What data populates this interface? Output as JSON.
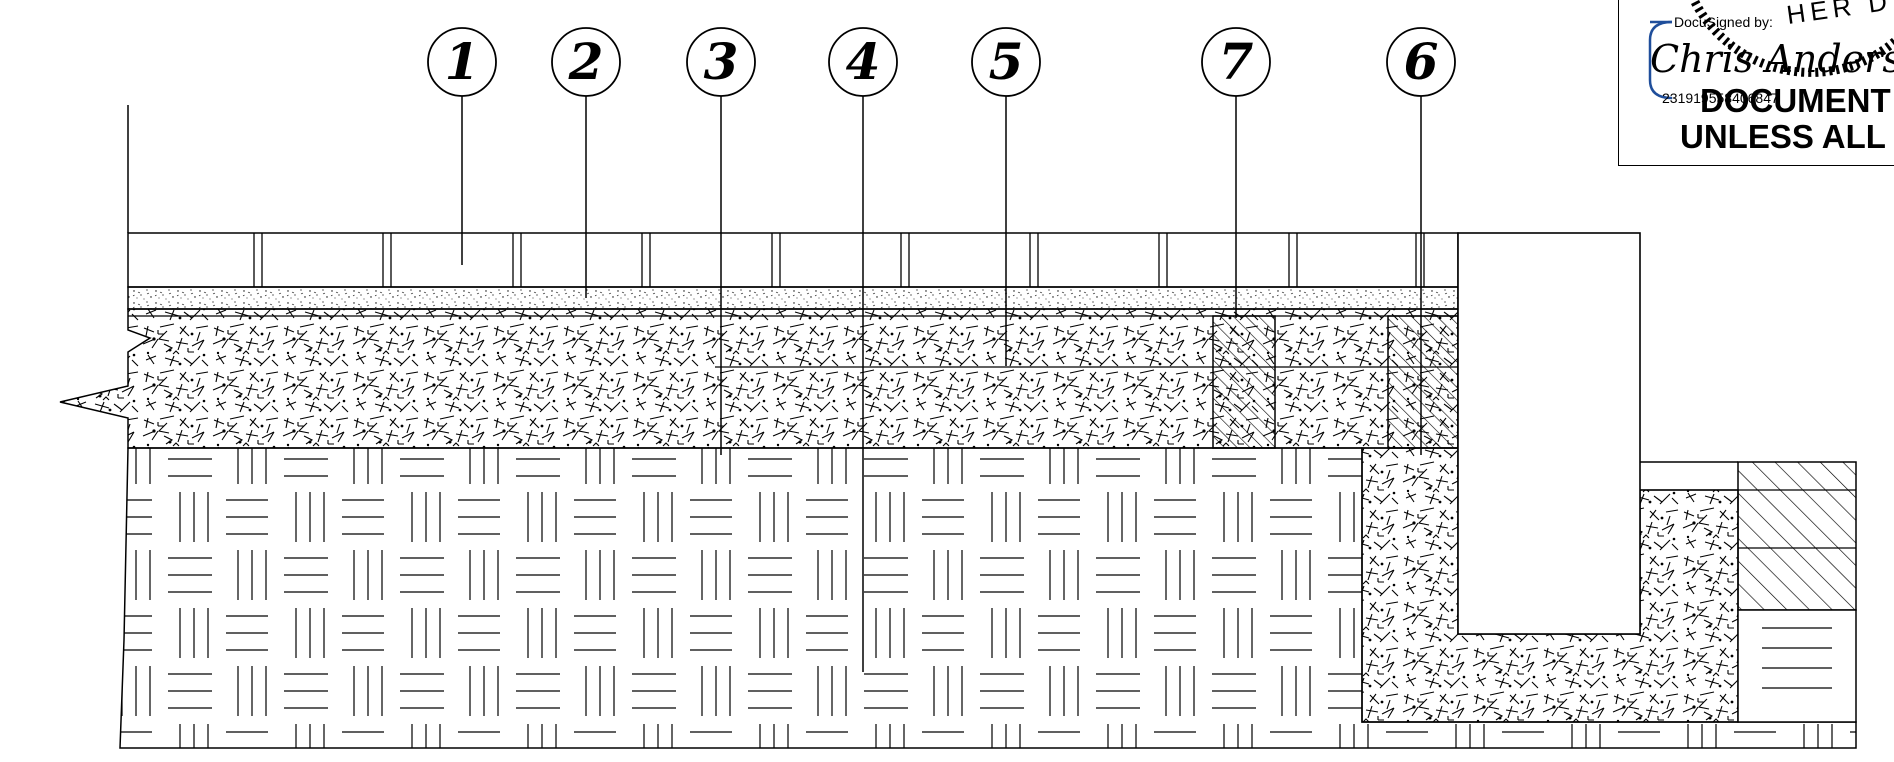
{
  "callouts": [
    "1",
    "2",
    "3",
    "4",
    "5",
    "7",
    "6"
  ],
  "stamp": {
    "seal_fragment": "HER D. A",
    "docusign_label": "DocuSigned by:",
    "signature": "Chris Anderson",
    "envelope_id": "231919558406847",
    "notice_line1": "DOCUMENT",
    "notice_line2": "UNLESS ALL"
  },
  "colors": {
    "ink": "#000000",
    "docusign_blue": "#1f4e9b",
    "background": "#ffffff"
  }
}
